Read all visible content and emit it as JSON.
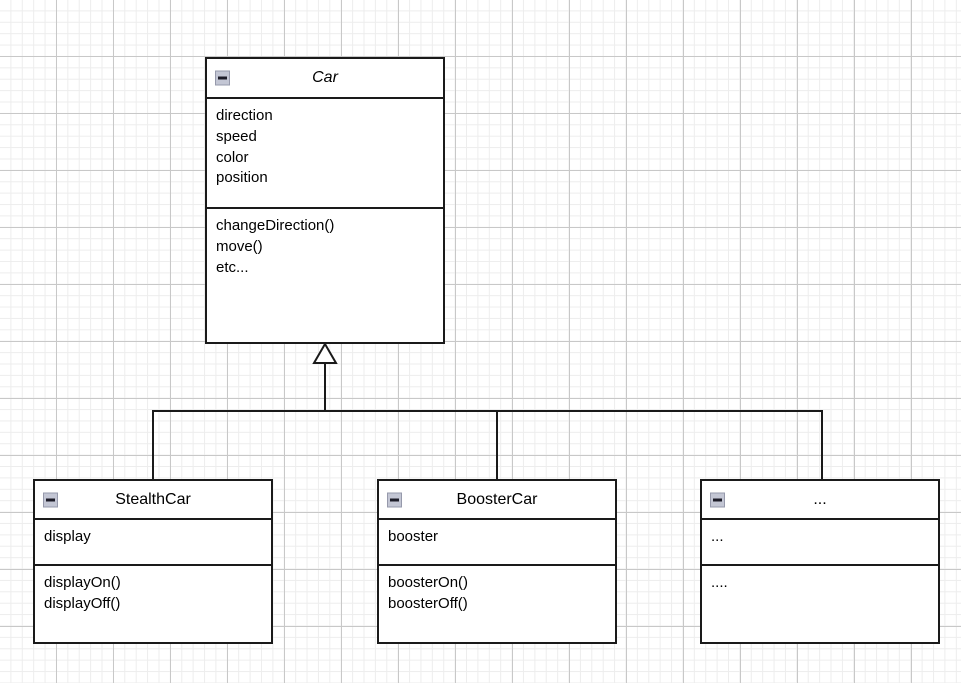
{
  "diagram": {
    "type": "uml-class-diagram",
    "relationship": "generalization",
    "background": "#ffffff",
    "grid_color_minor": "#ededed",
    "grid_color_major": "#c8c8c8",
    "line_color": "#1a1a1a",
    "collapse_icon_fill": "#c3c6d4",
    "collapse_icon_border": "#9699ab"
  },
  "classes": [
    {
      "id": "car",
      "name": "Car",
      "abstract": true,
      "collapse_icon": "minus-collapse-icon",
      "attributes": [
        "direction",
        "speed",
        "color",
        "position"
      ],
      "operations": [
        "changeDirection()",
        "move()",
        "etc..."
      ]
    },
    {
      "id": "stealthcar",
      "name": "StealthCar",
      "abstract": false,
      "collapse_icon": "minus-collapse-icon",
      "attributes": [
        "display"
      ],
      "operations": [
        "displayOn()",
        "displayOff()"
      ]
    },
    {
      "id": "boostercar",
      "name": "BoosterCar",
      "abstract": false,
      "collapse_icon": "minus-collapse-icon",
      "attributes": [
        "booster"
      ],
      "operations": [
        "boosterOn()",
        "boosterOff()"
      ]
    },
    {
      "id": "more",
      "name": "...",
      "abstract": false,
      "collapse_icon": "minus-collapse-icon",
      "attributes": [
        "..."
      ],
      "operations": [
        "...."
      ]
    }
  ]
}
